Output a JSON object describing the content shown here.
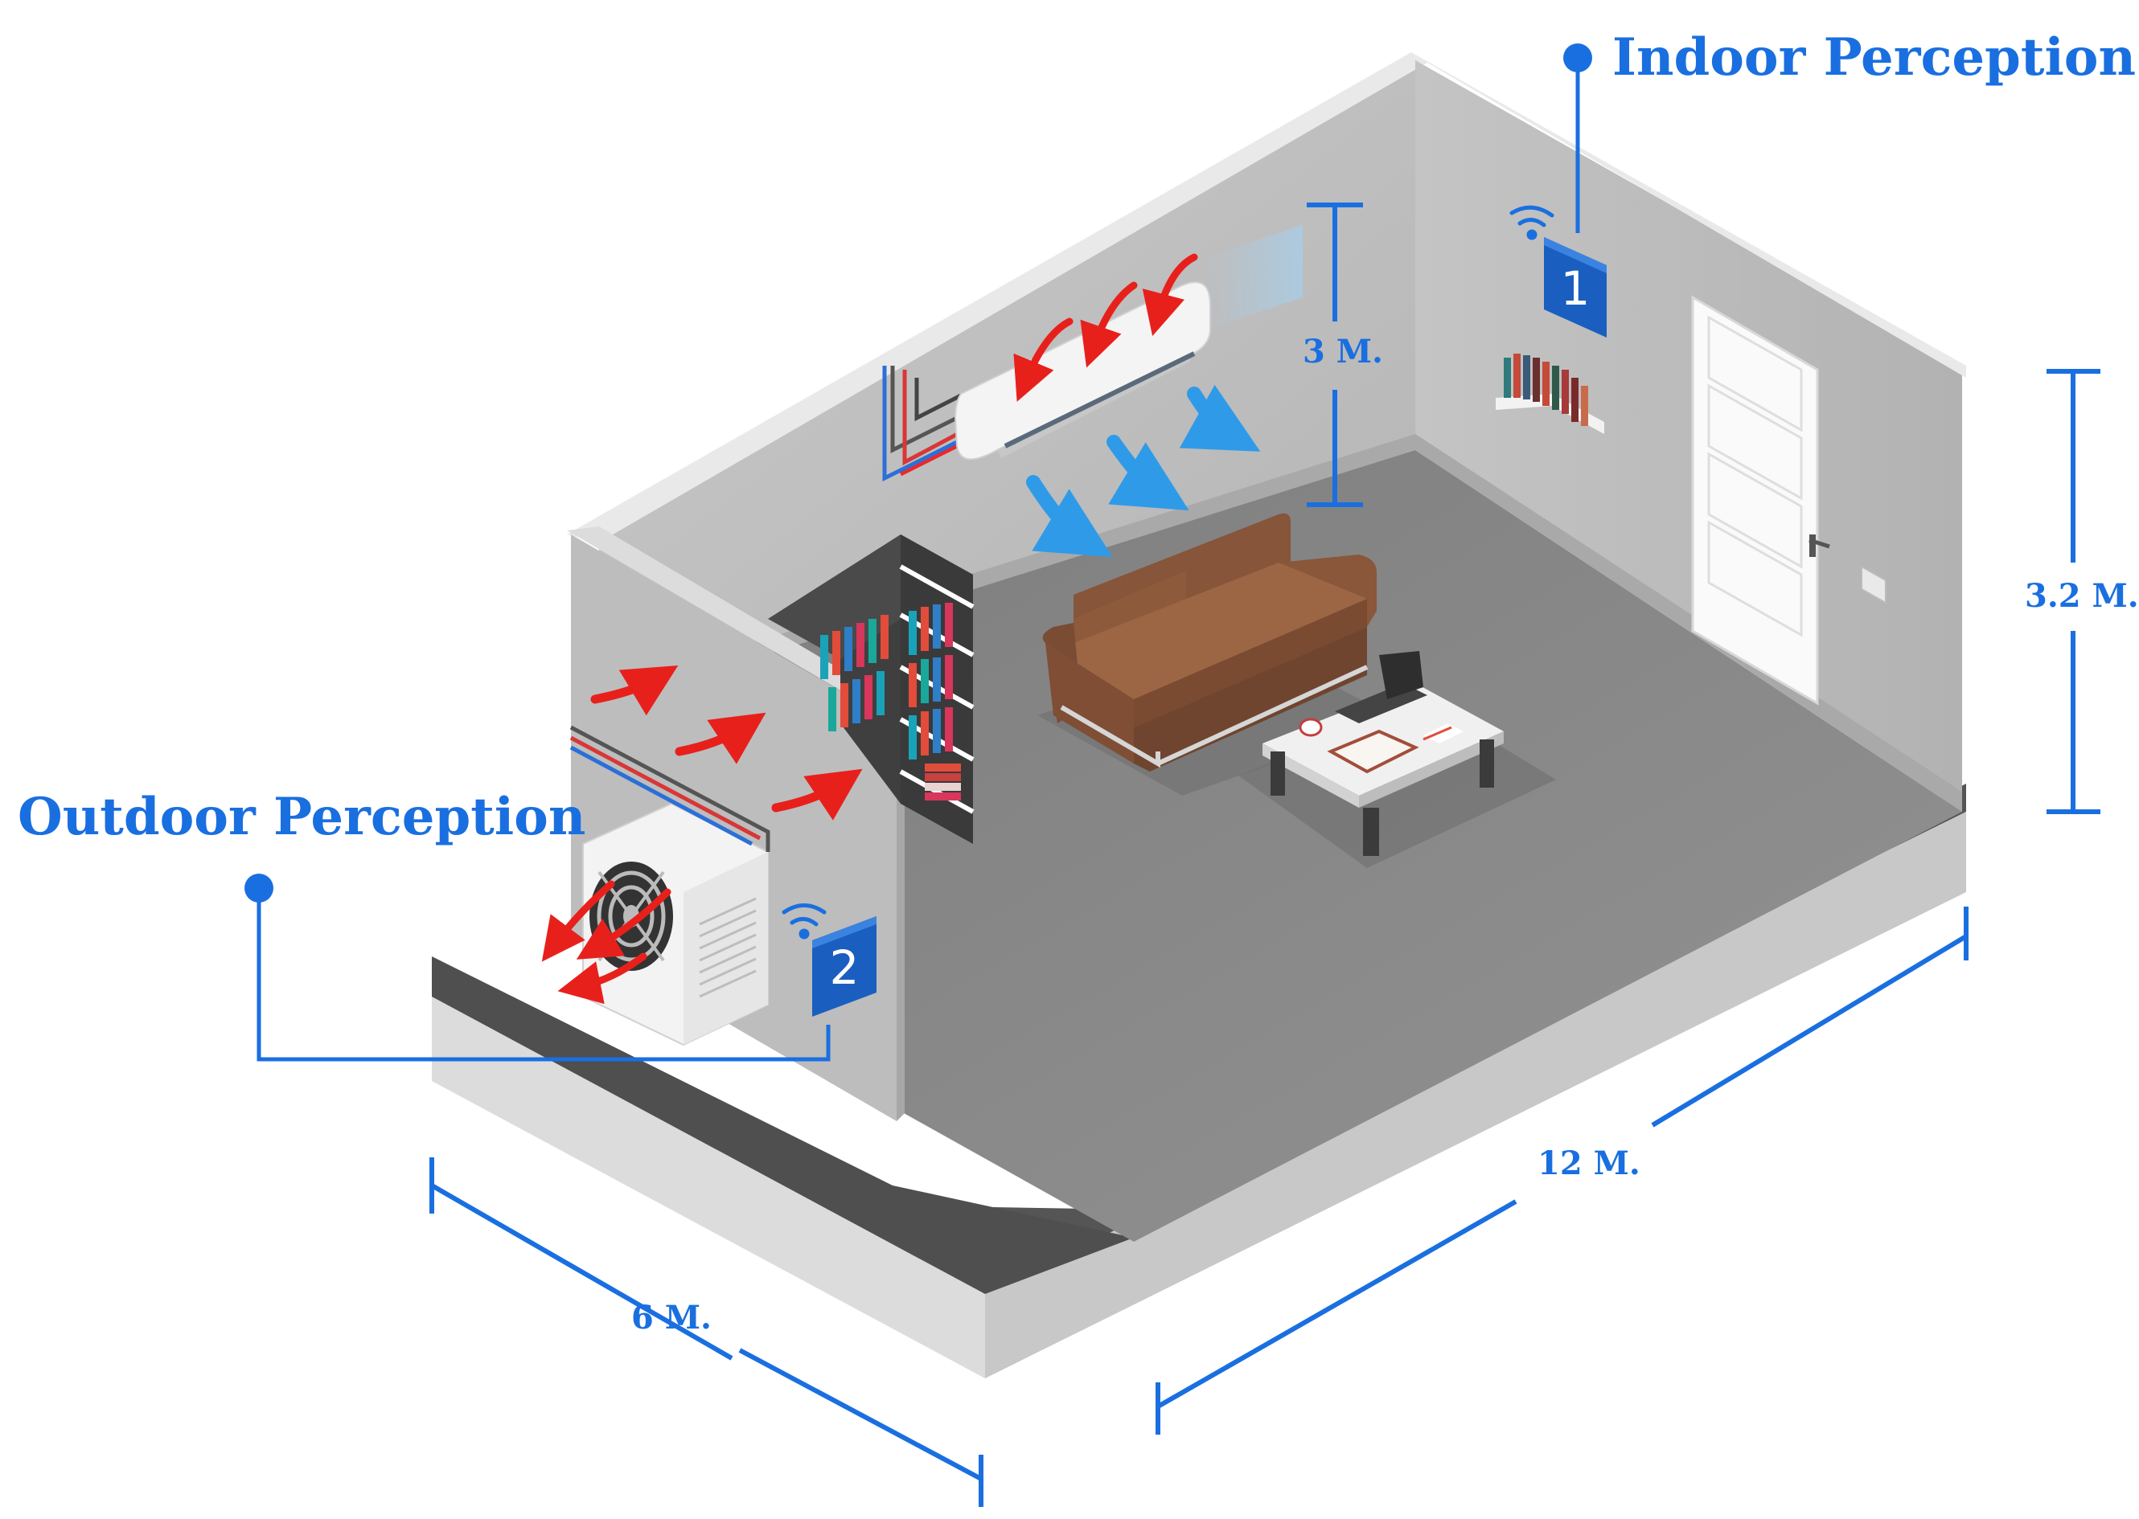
{
  "labels": {
    "indoor": "Indoor Perception",
    "outdoor": "Outdoor Perception"
  },
  "dimensions": {
    "length": "12 M.",
    "width": "6 M.",
    "wall_height": "3.2 M.",
    "ac_height": "3 M."
  },
  "sensors": {
    "indoor_number": "1",
    "outdoor_number": "2"
  },
  "colors": {
    "accent_blue": "#1a6fe0",
    "warm_air_red": "#e8201c",
    "cool_air_blue": "#2f9be8",
    "floor": "#8a8a8a",
    "wall": "#b9b9b9",
    "ground": "#555555"
  },
  "icons": {
    "sensor": "wifi-sensor-icon",
    "air_conditioner": "split-ac-indoor-unit",
    "outdoor_unit": "ac-outdoor-condenser",
    "sofa": "sofa-icon",
    "door": "door-icon"
  }
}
